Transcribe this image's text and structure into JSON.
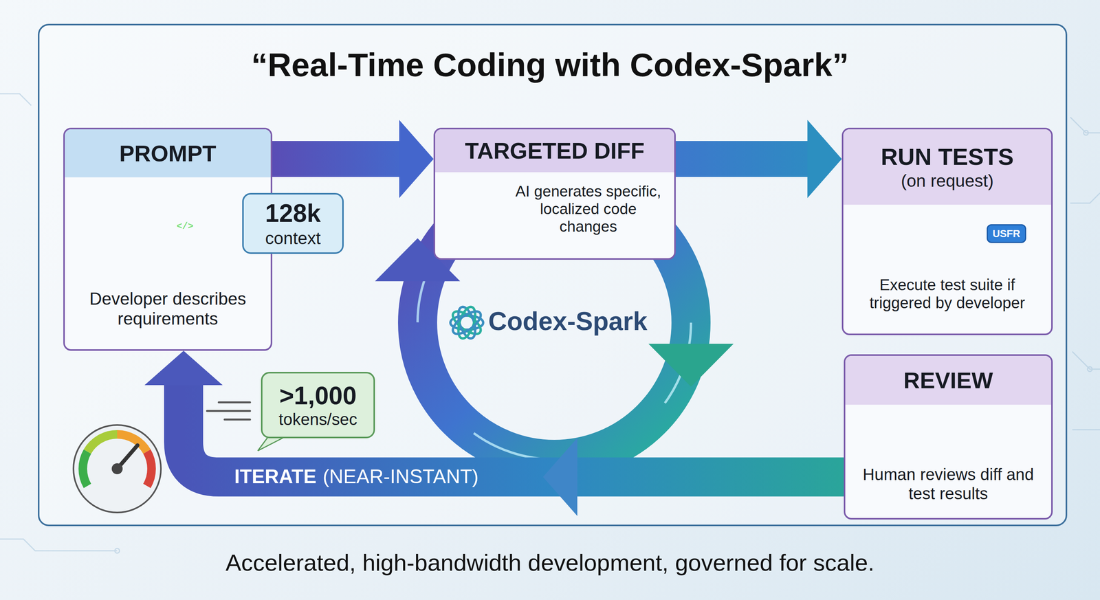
{
  "diagram": {
    "title": "“Real-Time Coding with Codex-Spark”",
    "caption": "Accelerated, high-bandwidth development, governed for scale.",
    "nodes": [
      {
        "text": [
          "PROMPT",
          "Developer describes requirements"
        ]
      },
      {
        "text": [
          "128k",
          "context"
        ]
      },
      {
        "text": [
          "TARGETED DIFF",
          "AI generates specific, localized code changes"
        ]
      },
      {
        "text": [
          "RUN TESTS",
          "(on request)",
          "Execute test suite if triggered by developer"
        ]
      },
      {
        "text": [
          "USFR"
        ],
        "in": 3
      },
      {
        "text": [
          "REVIEW",
          "Human reviews diff and test results"
        ]
      },
      {
        "text": [
          ">1,000",
          "tokens/sec"
        ]
      }
    ],
    "edges": [
      {
        "from": 0,
        "to": 2,
        "arrow": "to"
      },
      {
        "from": 2,
        "to": 3,
        "arrow": "to"
      },
      {
        "from": 5,
        "to": 0,
        "arrow": "to"
      }
    ],
    "labels": [
      "</>",
      "Codex-Spark",
      "ITERATE",
      "(NEAR-INSTANT)"
    ]
  }
}
